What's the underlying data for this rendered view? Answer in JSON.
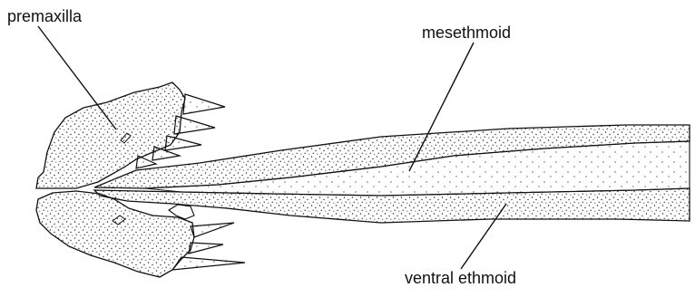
{
  "labels": {
    "premaxilla": "premaxilla",
    "mesethmoid": "mesethmoid",
    "ventral_ethmoid": "ventral ethmoid"
  },
  "colors": {
    "ink": "#111111",
    "stipple": "#2a2a2a",
    "background": "#ffffff"
  }
}
